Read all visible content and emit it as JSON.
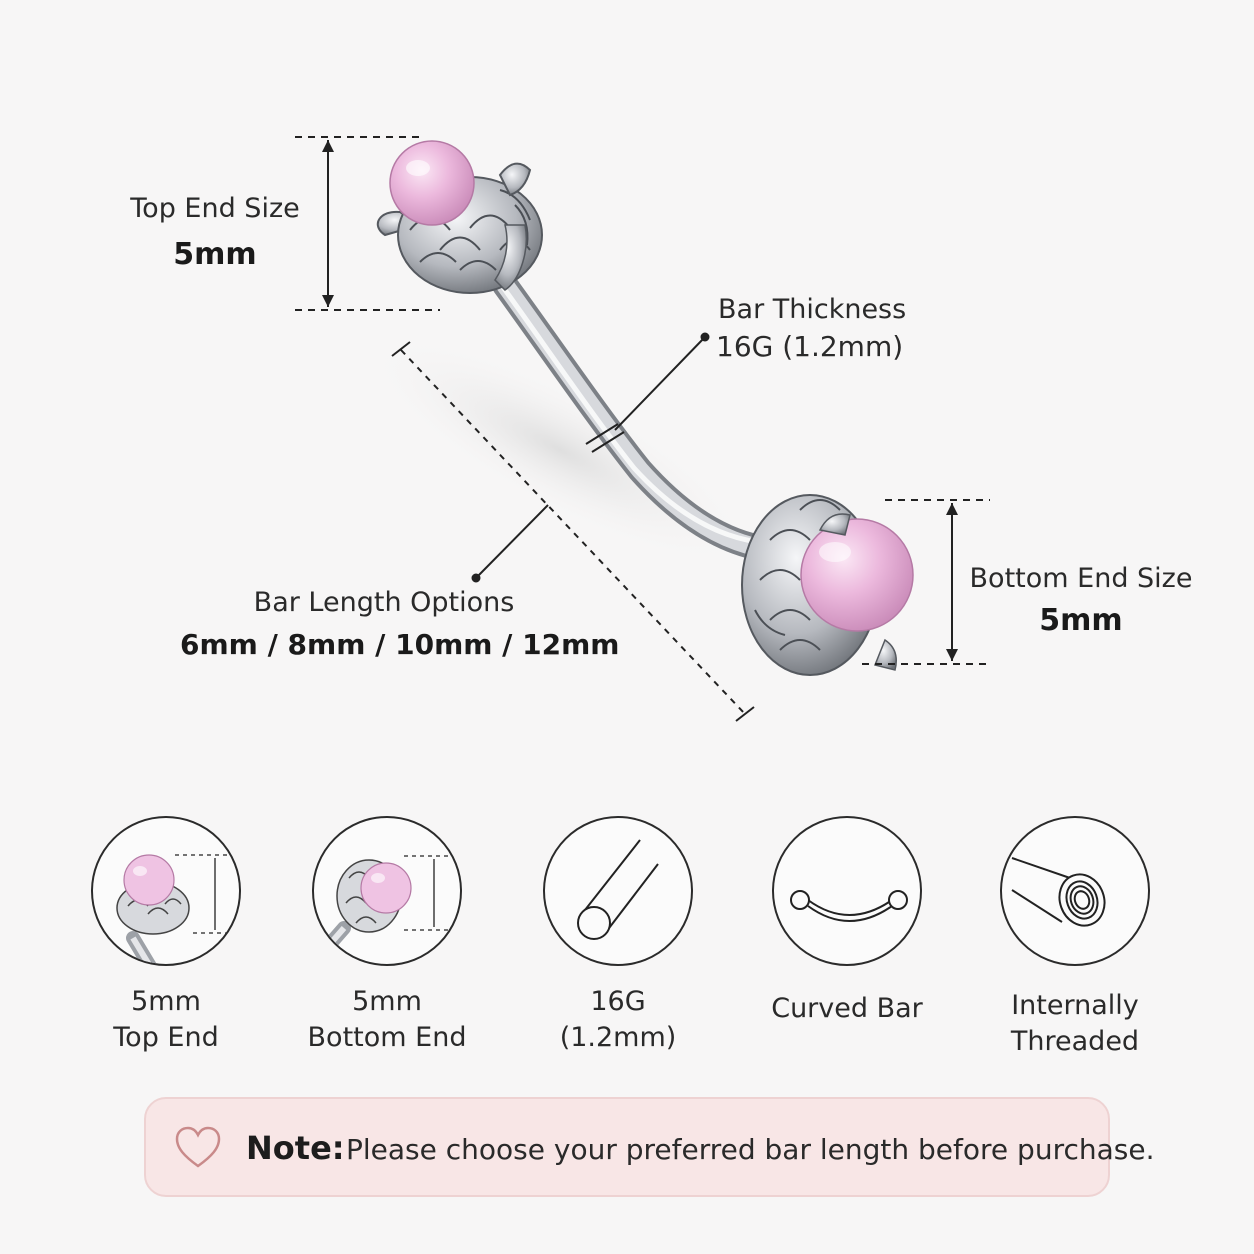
{
  "annotations": {
    "top_end": {
      "label": "Top End Size",
      "value": "5mm"
    },
    "bar_thickness": {
      "label": "Bar Thickness",
      "value": "16G (1.2mm)"
    },
    "bar_length": {
      "label": "Bar Length Options",
      "value": "6mm / 8mm / 10mm / 12mm"
    },
    "bottom_end": {
      "label": "Bottom End Size",
      "value": "5mm"
    }
  },
  "features": [
    {
      "line1": "5mm",
      "line2": "Top End",
      "icon": "top-end-icon"
    },
    {
      "line1": "5mm",
      "line2": "Bottom End",
      "icon": "bottom-end-icon"
    },
    {
      "line1": "16G",
      "line2": "(1.2mm)",
      "icon": "bar-gauge-icon"
    },
    {
      "line1": "Curved Bar",
      "line2": "",
      "icon": "curved-bar-icon"
    },
    {
      "line1": "Internally",
      "line2": "Threaded",
      "icon": "internal-thread-icon"
    }
  ],
  "note": {
    "title": "Note:",
    "text": "Please choose your preferred bar length before purchase.",
    "icon": "heart-icon"
  },
  "colors": {
    "background": "#f7f6f6",
    "gem_pink": "#e9b6da",
    "metal": "#b9bcc2",
    "note_background": "#f8e6e6"
  }
}
